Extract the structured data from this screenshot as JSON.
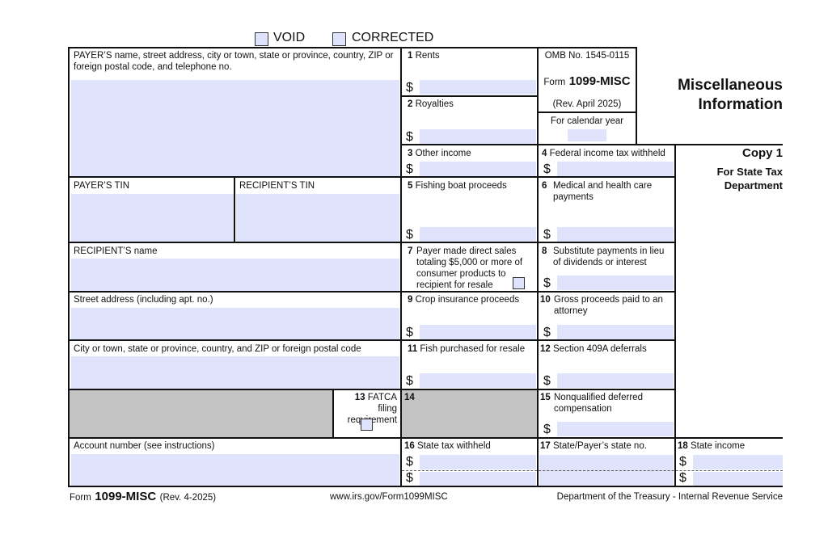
{
  "header": {
    "void_label": "VOID",
    "corrected_label": "CORRECTED"
  },
  "payer": {
    "label": "PAYER’S name, street address, city or town, state or province, country, ZIP or foreign postal code, and telephone no."
  },
  "tins": {
    "payer_tin_label": "PAYER’S TIN",
    "recipient_tin_label": "RECIPIENT’S TIN"
  },
  "recipient": {
    "name_label": "RECIPIENT’S name",
    "street_label": "Street address (including apt. no.)",
    "city_label": "City or town, state or province, country, and ZIP or foreign postal code"
  },
  "fatca": {
    "num": "13",
    "label": "FATCA filing requirement"
  },
  "account": {
    "label": "Account number (see instructions)"
  },
  "omb": {
    "omb_no": "OMB No. 1545-0115",
    "form_prefix": "Form",
    "form_name": "1099-MISC",
    "rev": "(Rev. April 2025)",
    "calendar_year": "For calendar year"
  },
  "title": {
    "line1": "Miscellaneous",
    "line2": "Information"
  },
  "copy": {
    "title": "Copy 1",
    "line1": "For State Tax",
    "line2": "Department"
  },
  "boxes": {
    "b1": {
      "num": "1",
      "label": "Rents"
    },
    "b2": {
      "num": "2",
      "label": "Royalties"
    },
    "b3": {
      "num": "3",
      "label": "Other income"
    },
    "b4": {
      "num": "4",
      "label": "Federal income tax withheld"
    },
    "b5": {
      "num": "5",
      "label": "Fishing boat proceeds"
    },
    "b6": {
      "num": "6",
      "label": "Medical and health care payments"
    },
    "b7": {
      "num": "7",
      "label": "Payer made direct sales totaling $5,000 or more of consumer products to recipient for resale"
    },
    "b8": {
      "num": "8",
      "label": "Substitute payments in lieu of dividends or interest"
    },
    "b9": {
      "num": "9",
      "label": "Crop insurance proceeds"
    },
    "b10": {
      "num": "10",
      "label": "Gross proceeds paid to an attorney"
    },
    "b11": {
      "num": "11",
      "label": "Fish purchased for resale"
    },
    "b12": {
      "num": "12",
      "label": "Section 409A deferrals"
    },
    "b14": {
      "num": "14",
      "label": ""
    },
    "b15": {
      "num": "15",
      "label": "Nonqualified deferred compensation"
    },
    "b16": {
      "num": "16",
      "label": "State tax withheld"
    },
    "b17": {
      "num": "17",
      "label": "State/Payer’s state no."
    },
    "b18": {
      "num": "18",
      "label": "State income"
    }
  },
  "dollar_sign": "$",
  "footer": {
    "form_prefix": "Form",
    "form_name": "1099-MISC",
    "rev": "(Rev. 4-2025)",
    "url": "www.irs.gov/Form1099MISC",
    "agency": "Department of the Treasury - Internal Revenue Service"
  }
}
